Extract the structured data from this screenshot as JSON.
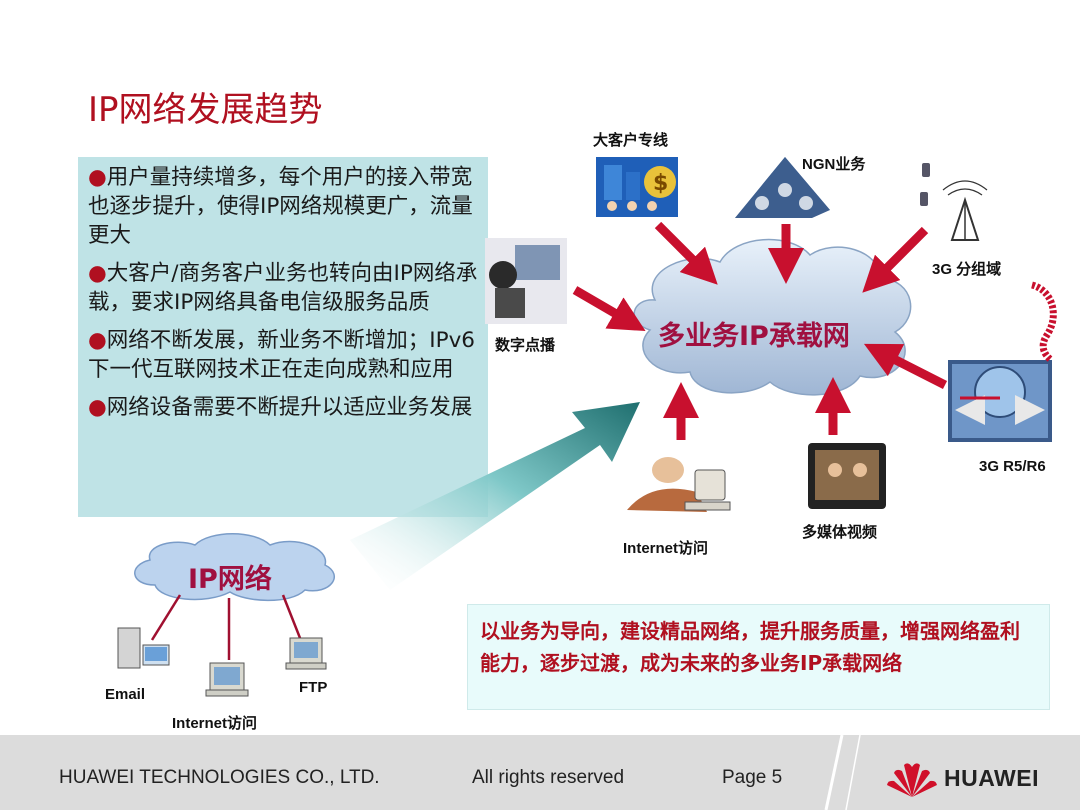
{
  "title": "IP网络发展趋势",
  "bullets": [
    "用户量持续增多，每个用户的接入带宽也逐步提升，使得IP网络规模更广，流量更大",
    "大客户/商务客户业务也转向由IP网络承载，要求IP网络具备电信级服务品质",
    "网络不断发展，新业务不断增加；IPv6下一代互联网技术正在走向成熟和应用",
    "网络设备需要不断提升以适应业务发展"
  ],
  "diagram": {
    "cloud_label": "多业务IP承载网",
    "services": {
      "enterprise_line": "大客户专线",
      "ngn": "NGN业务",
      "g3_packet": "3G 分组域",
      "digital_vod": "数字点播",
      "g3_r5r6": "3G R5/R6",
      "multimedia_video": "多媒体视频",
      "internet_access": "Internet访问"
    },
    "ip_network": {
      "label": "IP网络",
      "email": "Email",
      "ftp": "FTP",
      "internet_access": "Internet访问"
    }
  },
  "quote": "以业务为导向，建设精品网络，提升服务质量，增强网络盈利能力，逐步过渡，成为未来的多业务IP承载网络",
  "footer": {
    "company": "HUAWEI TECHNOLOGIES CO., LTD.",
    "rights": "All rights reserved",
    "page": "Page 5",
    "logo": "HUAWEI"
  },
  "colors": {
    "title": "#b01020",
    "bullet_box": "#bfe3e6",
    "arrow": "#c8102e",
    "cloud_text": "#a01040",
    "footer_bg": "#dcdcdc"
  }
}
